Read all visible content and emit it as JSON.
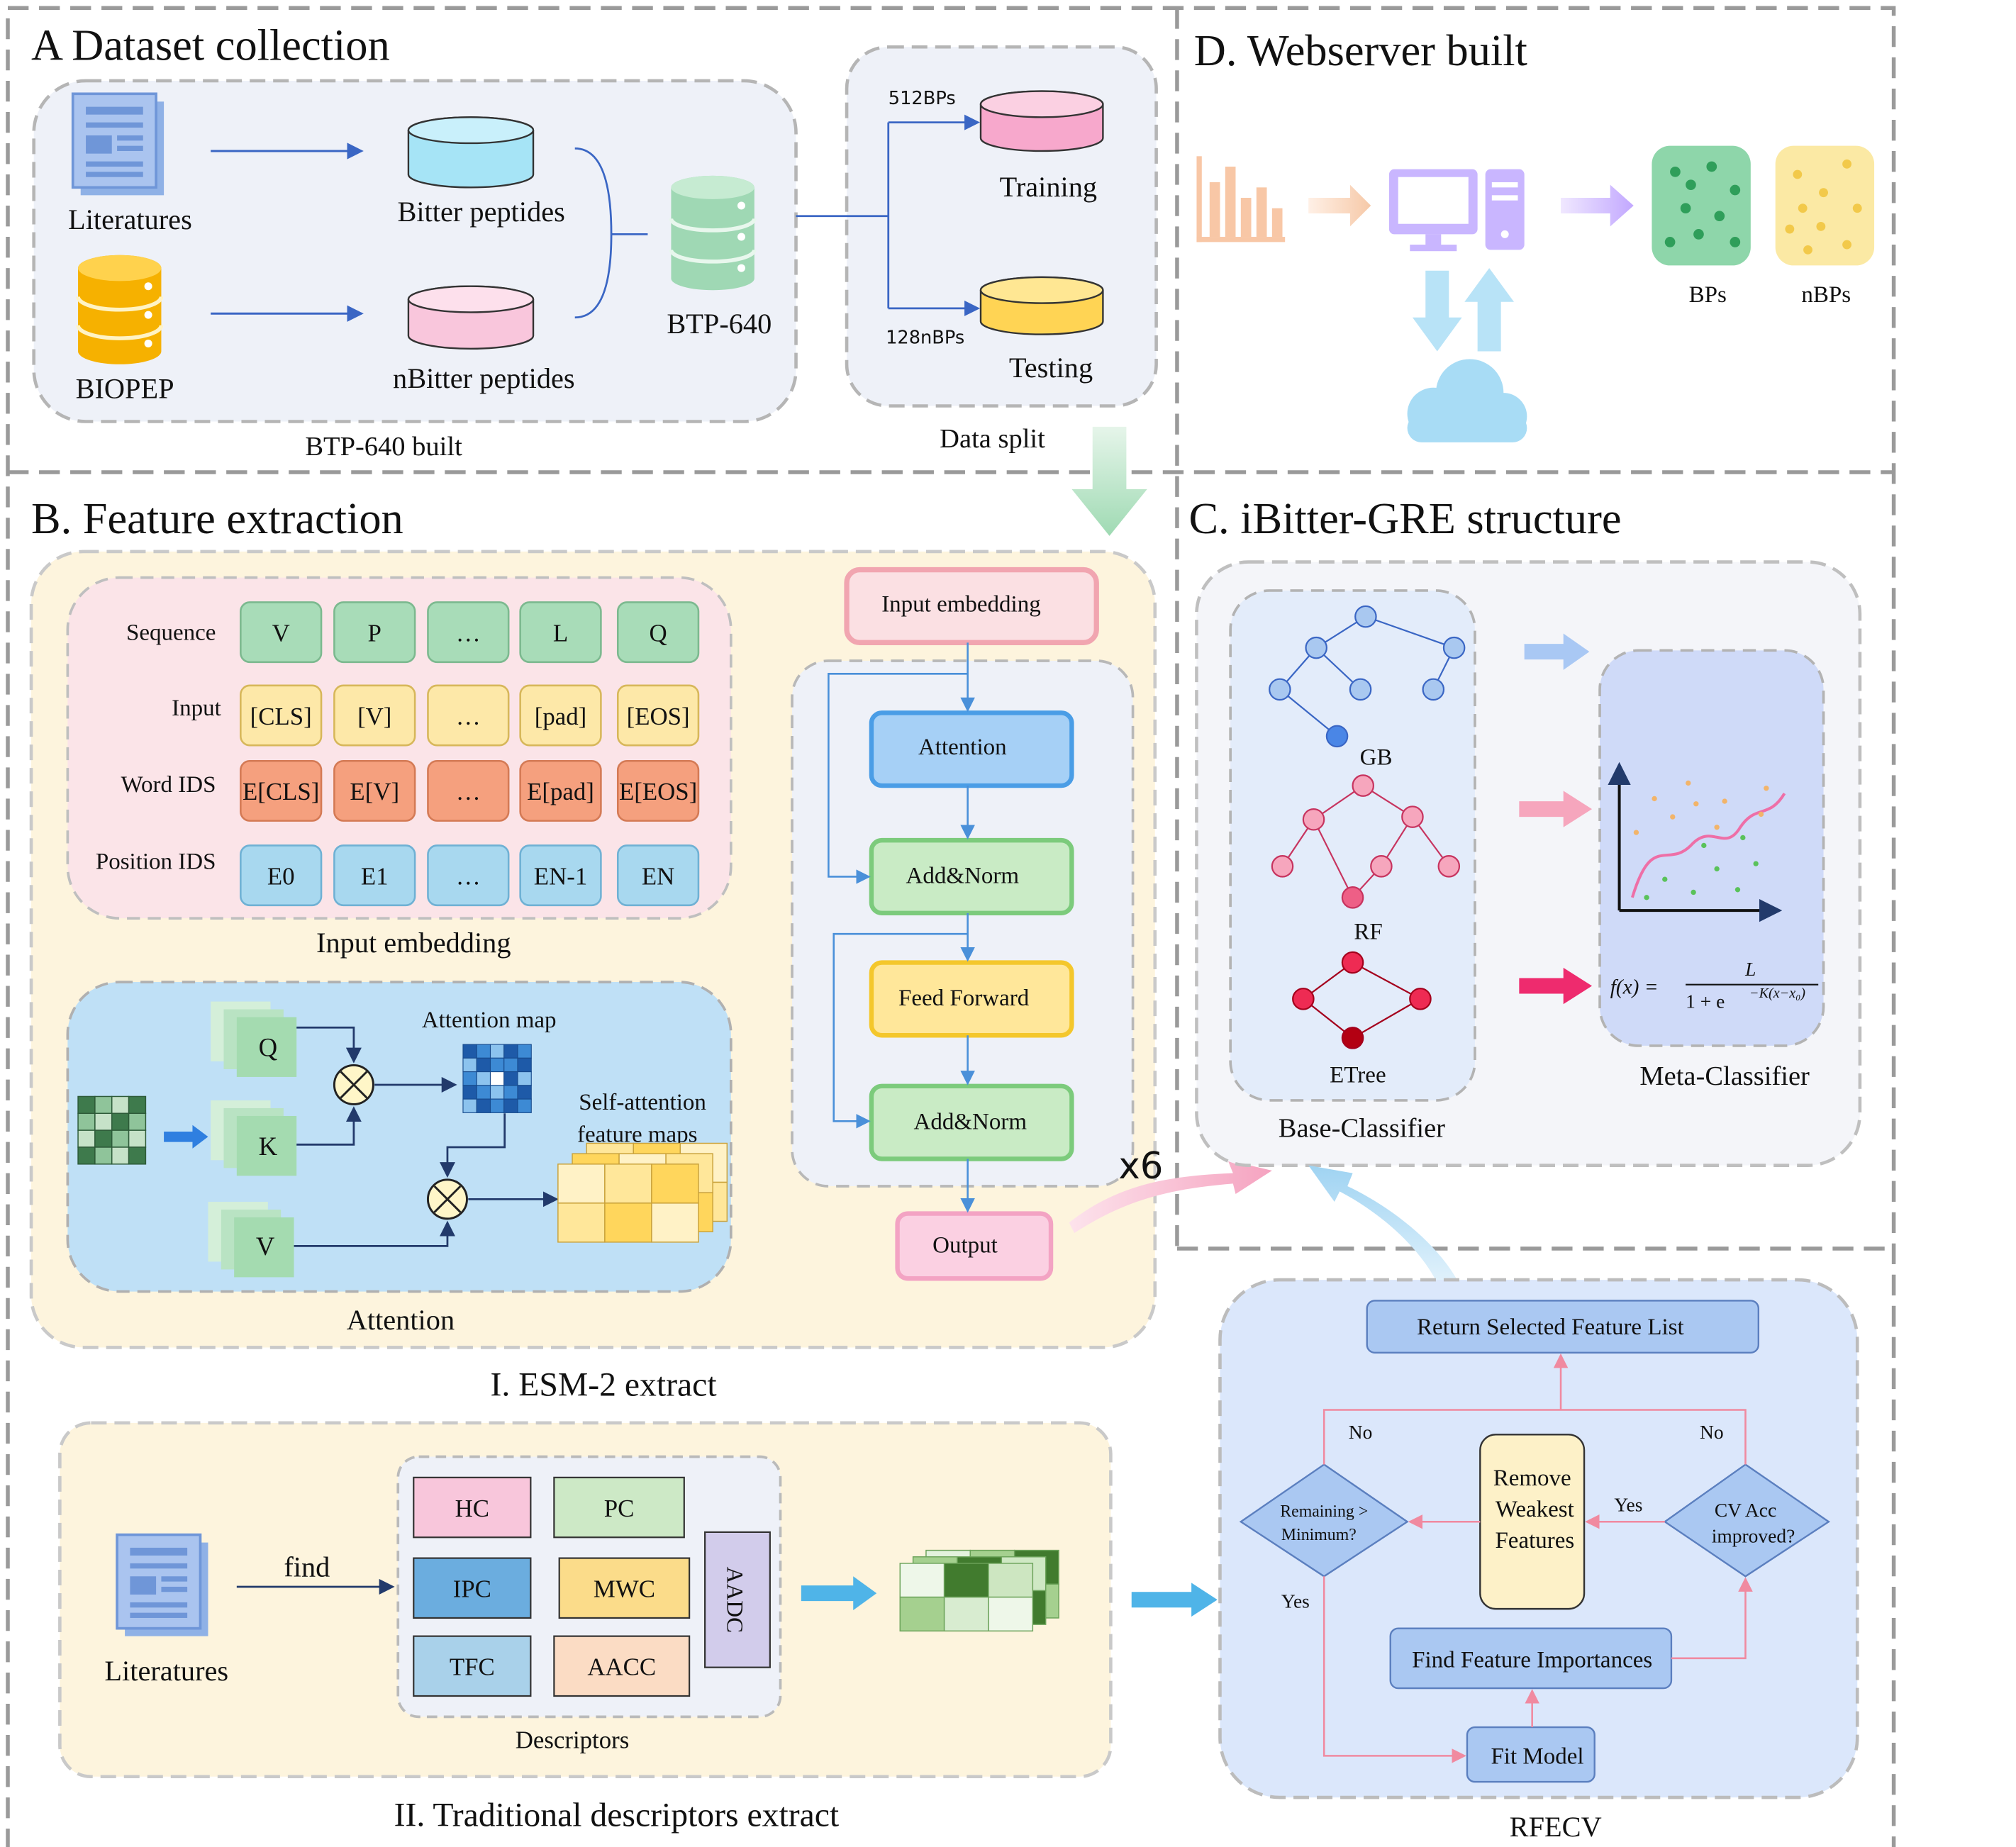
{
  "panel_a": {
    "title": "A Dataset collection",
    "literatures": "Literatures",
    "biopep": "BIOPEP",
    "bitter": "Bitter peptides",
    "nbitter": "nBitter peptides",
    "btp": "BTP-640",
    "built": "BTP-640 built",
    "bps_count": "512BPs",
    "nbps_count": "128nBPs",
    "training": "Training",
    "testing": "Testing",
    "split": "Data split"
  },
  "panel_d": {
    "title": "D. Webserver built",
    "bps": "BPs",
    "nbps": "nBPs"
  },
  "panel_b": {
    "title": "B. Feature extraction",
    "rows": [
      "Sequence",
      "Input",
      "Word IDS",
      "Position IDS"
    ],
    "sequence": [
      "V",
      "P",
      "…",
      "L",
      "Q"
    ],
    "input": [
      "[CLS]",
      "[V]",
      "…",
      "[pad]",
      "[EOS]"
    ],
    "word_ids": [
      "E[CLS]",
      "E[V]",
      "…",
      "E[pad]",
      "E[EOS]"
    ],
    "position_ids": [
      "E0",
      "E1",
      "…",
      "EN-1",
      "EN"
    ],
    "input_embedding": "Input embedding",
    "q": "Q",
    "k": "K",
    "v": "V",
    "attention_map": "Attention map",
    "self_attention_1": "Self-attention",
    "self_attention_2": "feature maps",
    "attention": "Attention",
    "esm": "I. ESM-2 extract",
    "tf_input": "Input embedding",
    "tf_attention": "Attention",
    "tf_addnorm1": "Add&Norm",
    "tf_ff": "Feed Forward",
    "tf_addnorm2": "Add&Norm",
    "tf_output": "Output",
    "x6": "x6",
    "literatures": "Literatures",
    "find": "find",
    "descriptors": [
      "HC",
      "PC",
      "IPC",
      "MWC",
      "TFC",
      "AACC"
    ],
    "aadc": "AADC",
    "descriptors_label": "Descriptors",
    "traditional": "II. Traditional descriptors extract"
  },
  "panel_c": {
    "title": "C. iBitter-GRE structure",
    "gb": "GB",
    "rf": "RF",
    "etree": "ETree",
    "base": "Base-Classifier",
    "meta": "Meta-Classifier",
    "formula_lhs": "f(x) =",
    "formula_num": "L",
    "formula_den": "1 + e",
    "formula_exp": "−K(x−x₀)"
  },
  "rfecv": {
    "return": "Return Selected Feature List",
    "remaining_1": "Remaining >",
    "remaining_2": "Minimum?",
    "remove_1": "Remove",
    "remove_2": "Weakest",
    "remove_3": "Features",
    "cv_1": "CV Acc",
    "cv_2": "improved?",
    "find_importances": "Find Feature Importances",
    "fit": "Fit Model",
    "no_left": "No",
    "no_right": "No",
    "yes_mid": "Yes",
    "yes_left": "Yes",
    "label": "RFECV"
  }
}
